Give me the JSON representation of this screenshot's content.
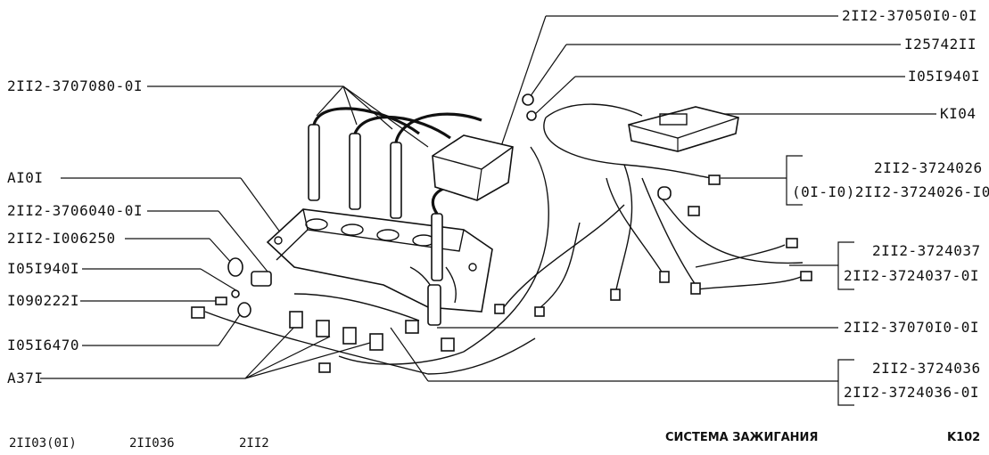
{
  "labels_left": [
    "2II2-3707080-0I",
    "AI0I",
    "2II2-3706040-0I",
    "2II2-I006250",
    "I05I940I",
    "I090222I",
    "I05I6470",
    "A37I"
  ],
  "labels_right": {
    "top1": "2II2-37050I0-0I",
    "top2": "I25742II",
    "top3": "I05I940I",
    "k104": "KI04",
    "g1_line1": "2II2-3724026",
    "g1_line2": "(0I-I0)2II2-3724026-I0",
    "g2_line1": "2II2-3724037",
    "g2_line2": "2II2-3724037-0I",
    "mid": "2II2-37070I0-0I",
    "g3_line1": "2II2-3724036",
    "g3_line2": "2II2-3724036-0I"
  },
  "footer": {
    "model1": "2II03(0I)",
    "model2": "2II036",
    "model3": "2II2",
    "title": "СИСТЕМА ЗАЖИГАНИЯ",
    "code": "K102"
  }
}
